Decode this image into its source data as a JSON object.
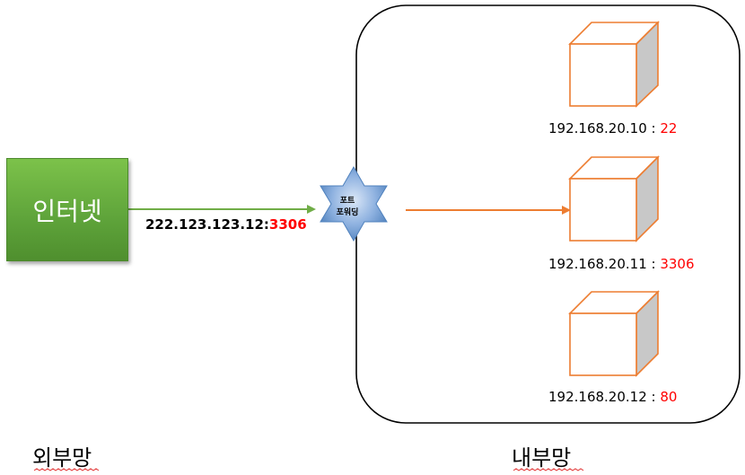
{
  "internet": {
    "label": "인터넷"
  },
  "external_address": {
    "ip": "222.123.123.12:",
    "port": "3306"
  },
  "port_forwarding": {
    "line1": "포트",
    "line2": "포워딩"
  },
  "servers": [
    {
      "ip": "192.168.20.10",
      "sep": " : ",
      "port": "22"
    },
    {
      "ip": "192.168.20.11",
      "sep": " : ",
      "port": "3306"
    },
    {
      "ip": "192.168.20.12",
      "sep": " : ",
      "port": "80"
    }
  ],
  "zones": {
    "external": "외부망",
    "internal": "내부망"
  },
  "colors": {
    "internet_green": "#5ea33a",
    "arrow_green": "#70ad47",
    "arrow_orange": "#ed7d31",
    "server_outline": "#ed7d31",
    "star_blue": "#4f81bd",
    "port_red": "#ff0000"
  }
}
